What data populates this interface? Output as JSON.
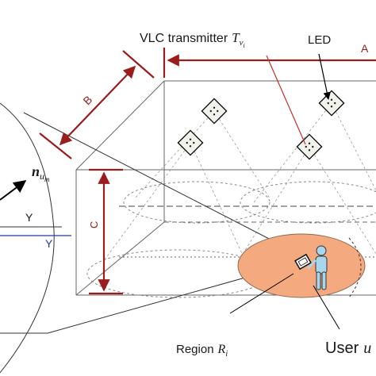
{
  "labels": {
    "vlc_transmitter": "VLC transmitter",
    "vlc_symbol": "T",
    "vlc_subscript": "v",
    "vlc_subsub": "i",
    "led": "LED",
    "dim_a": "A",
    "dim_b": "B",
    "dim_c": "C",
    "normal_symbol": "n",
    "normal_subscript": "u",
    "normal_subsub": "m",
    "y_black": "Y",
    "y_blue": "Y",
    "region_label": "Region",
    "region_symbol": "R",
    "region_subscript": "i",
    "user_label": "User",
    "user_symbol": "u"
  },
  "colors": {
    "dimension": "#9b1c1c",
    "region_fill": "#f4a97e",
    "region_stroke": "#8a6a55",
    "blue_axis": "#1f3fa0",
    "user_fill": "#a9d6ef",
    "led_fill": "#f2f2ec"
  },
  "icons": {
    "led": "led-fixture-icon",
    "user": "person-icon",
    "device": "handheld-device-icon"
  }
}
